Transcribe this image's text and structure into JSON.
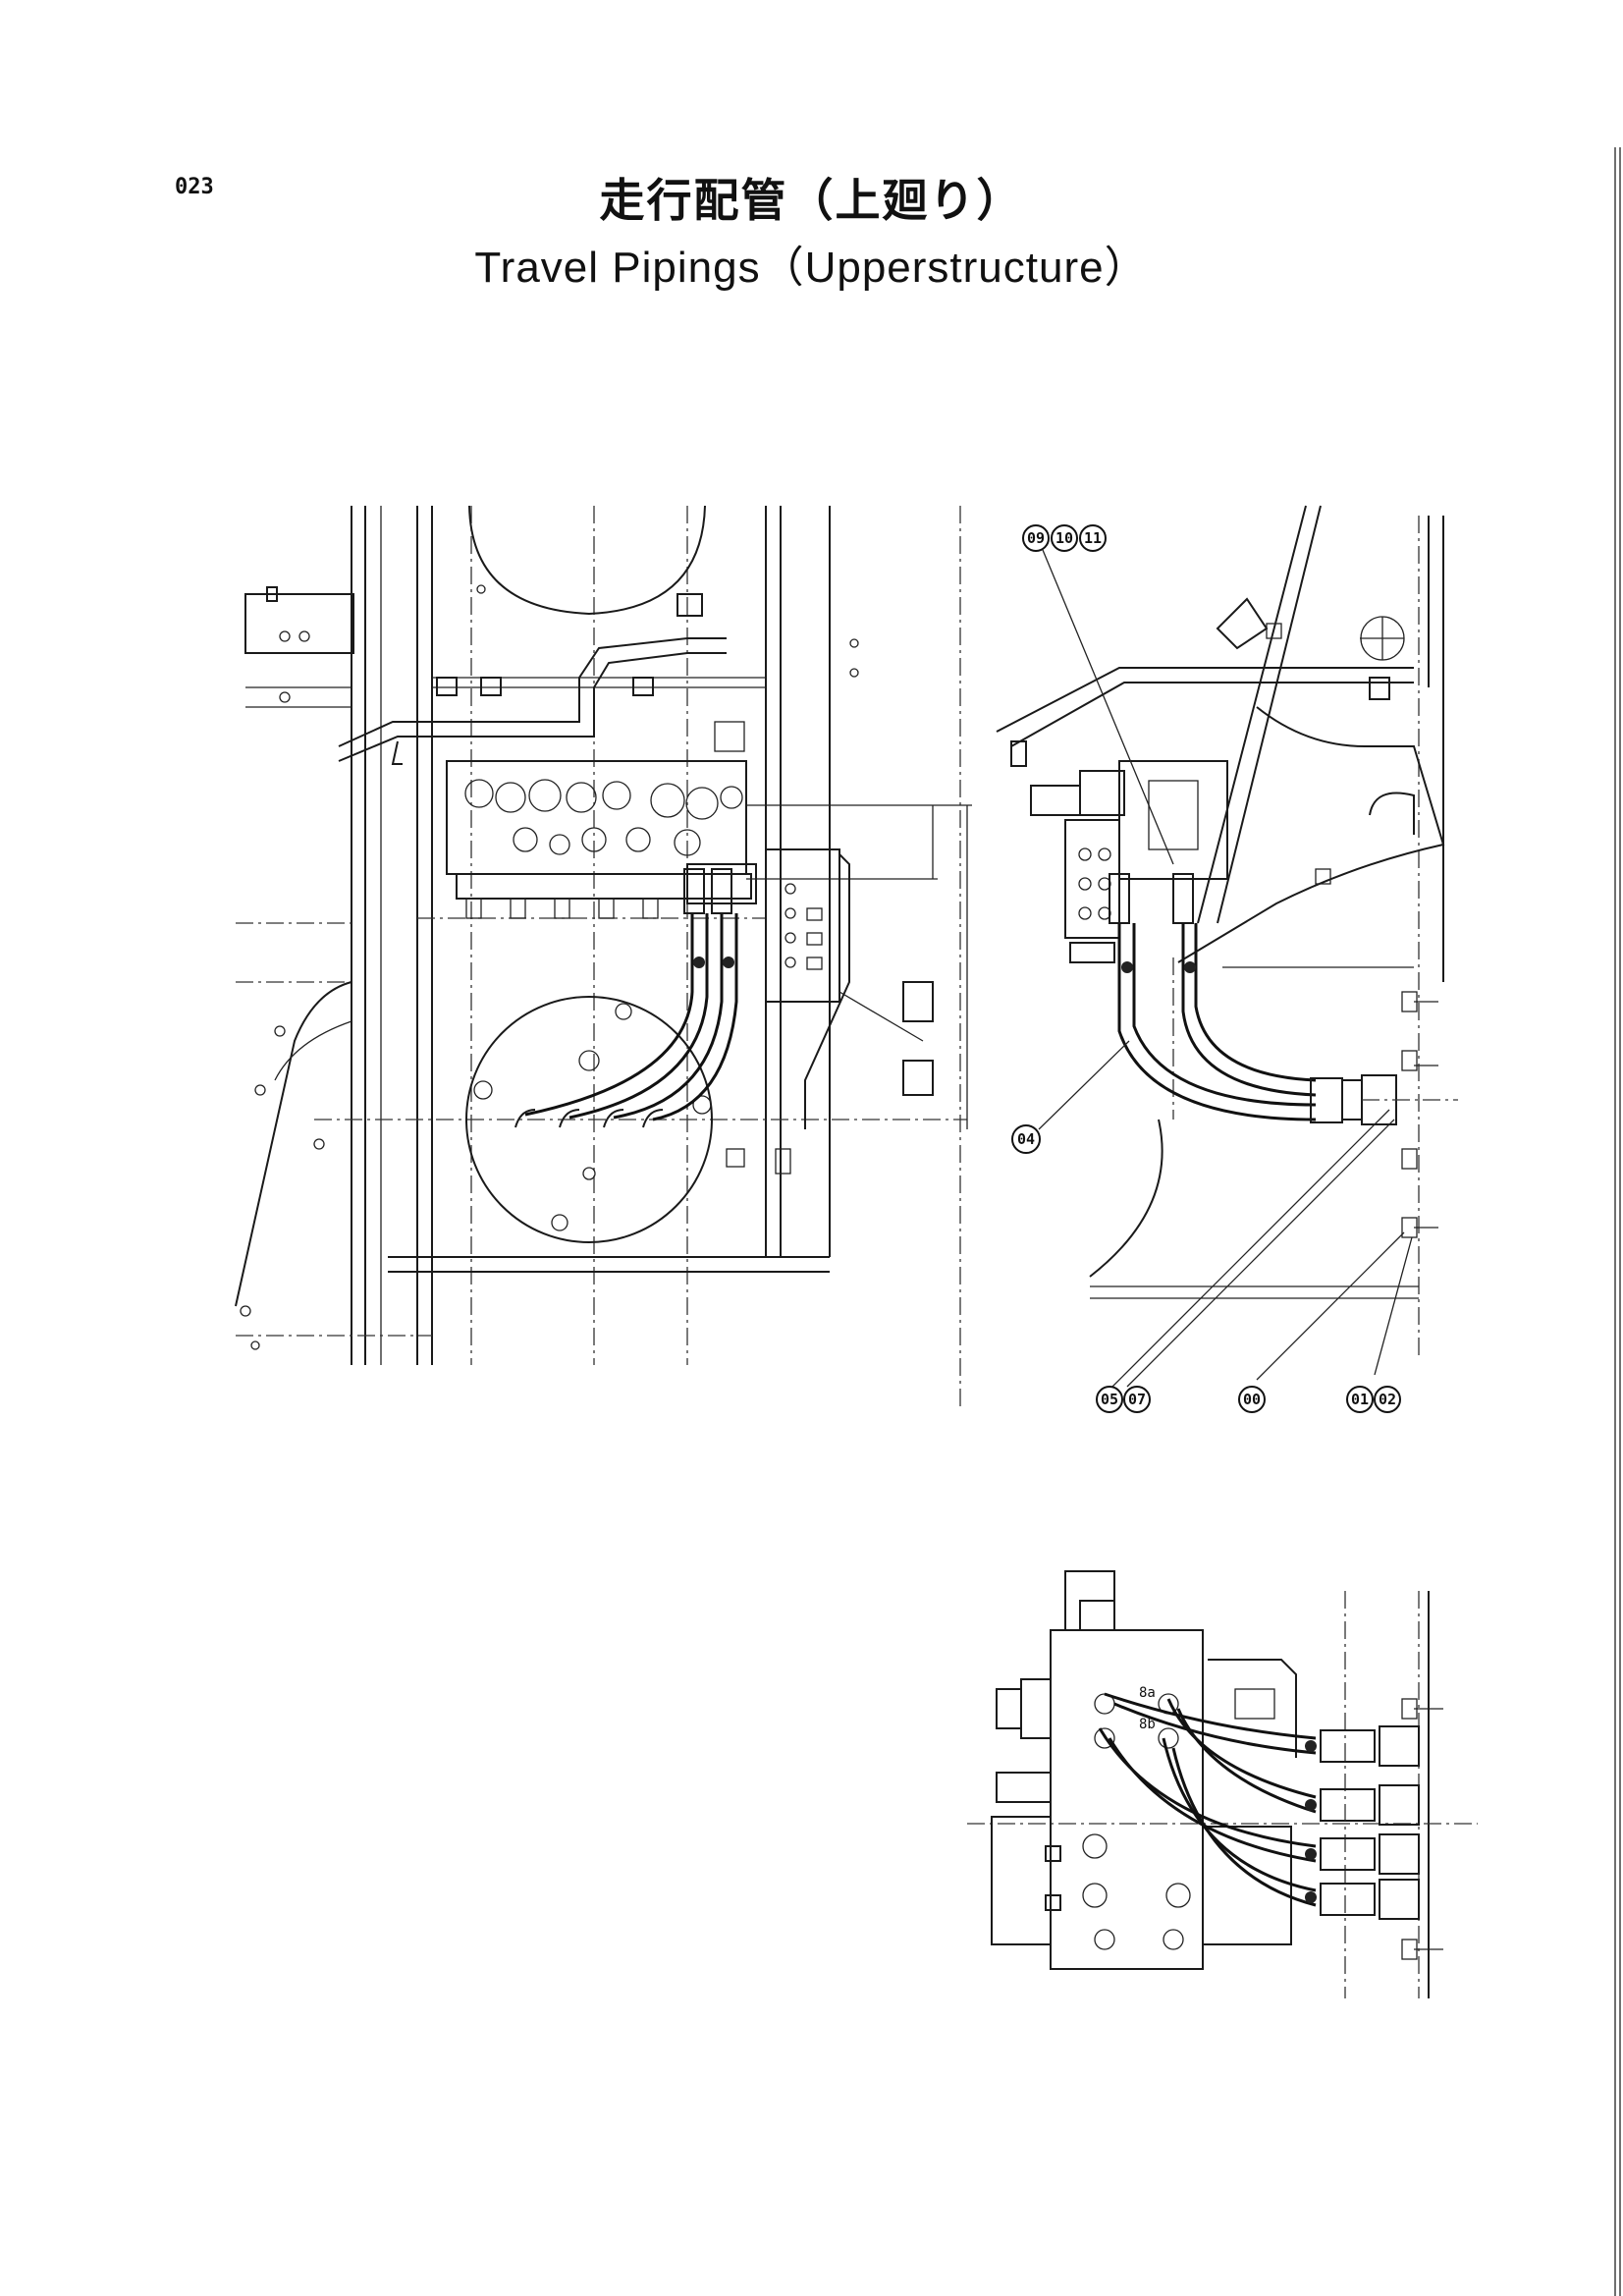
{
  "page": {
    "number": "023",
    "title_ja": "走行配管（上廻り）",
    "title_en": "Travel  Pipings（Upperstructure）"
  },
  "callouts": [
    {
      "id": "callout-09",
      "label": "09"
    },
    {
      "id": "callout-10",
      "label": "10"
    },
    {
      "id": "callout-11",
      "label": "11"
    },
    {
      "id": "callout-04",
      "label": "04"
    },
    {
      "id": "callout-05",
      "label": "05"
    },
    {
      "id": "callout-07",
      "label": "07"
    },
    {
      "id": "callout-00",
      "label": "00"
    },
    {
      "id": "callout-01",
      "label": "01"
    },
    {
      "id": "callout-02",
      "label": "02"
    }
  ],
  "valve_port_labels": {
    "port_a": "8a",
    "port_b": "8b"
  }
}
